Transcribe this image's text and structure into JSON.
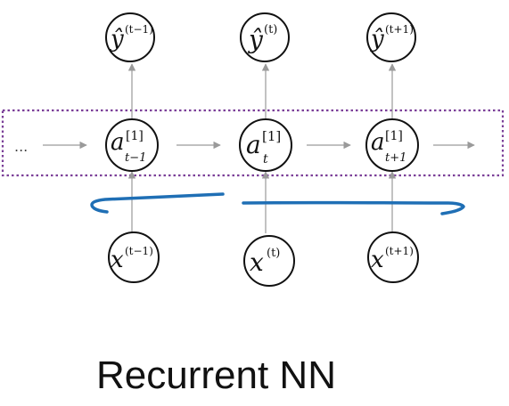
{
  "title": "Recurrent NN",
  "ellipsis": "...",
  "columns": [
    {
      "output": {
        "base": "ŷ",
        "sup": "(t−1)"
      },
      "activation": {
        "base": "a",
        "sup": "[1]",
        "sub": "t−1"
      },
      "input": {
        "base": "x",
        "sup": "(t−1)"
      }
    },
    {
      "output": {
        "base": "ŷ",
        "sup": "(t)"
      },
      "activation": {
        "base": "a",
        "sup": "[1]",
        "sub": "t"
      },
      "input": {
        "base": "x",
        "sup": "(t)"
      }
    },
    {
      "output": {
        "base": "ŷ",
        "sup": "(t+1)"
      },
      "activation": {
        "base": "a",
        "sup": "[1]",
        "sub": "t+1"
      },
      "input": {
        "base": "x",
        "sup": "(t+1)"
      }
    }
  ],
  "colors": {
    "layer_box": "#7b3f98",
    "annotation": "#1f6fb5",
    "edge": "#9a9a9a"
  }
}
